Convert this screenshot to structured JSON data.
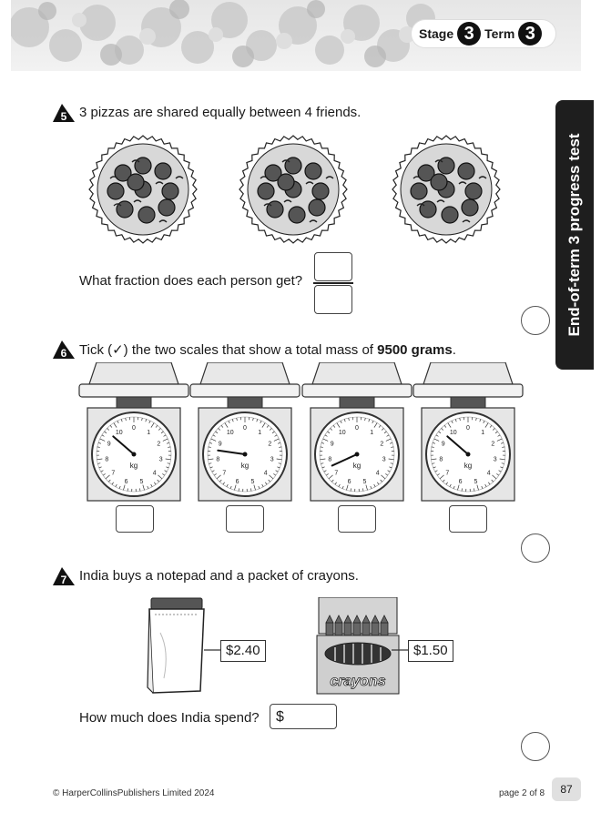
{
  "header": {
    "stage_label": "Stage",
    "stage_number": "3",
    "term_label": "Term",
    "term_number": "3"
  },
  "side_tab": {
    "label": "End-of-term 3 progress test"
  },
  "questions": [
    {
      "number": "5",
      "text": "3 pizzas are shared equally between 4 friends.",
      "sub_prompt": "What fraction does each person get?"
    },
    {
      "number": "6",
      "text_pre": "Tick (✓) the two scales that show a total mass of ",
      "text_bold": "9500 grams",
      "text_post": ".",
      "scale_unit": "kg",
      "dial_numbers": [
        "0",
        "1",
        "2",
        "3",
        "4",
        "5",
        "6",
        "7",
        "8",
        "9",
        "10"
      ],
      "scale_readings_kg": [
        9.5,
        8.5,
        7.5,
        9.5
      ]
    },
    {
      "number": "7",
      "text": "India buys a notepad and a packet of crayons.",
      "notepad_price": "$2.40",
      "crayons_price": "$1.50",
      "crayons_label": "crayons",
      "sub_prompt": "How much does India spend?",
      "currency": "$"
    }
  ],
  "footer": {
    "copyright": "© HarperCollinsPublishers Limited 2024",
    "page_of": "page 2 of 8",
    "page_number": "87"
  }
}
